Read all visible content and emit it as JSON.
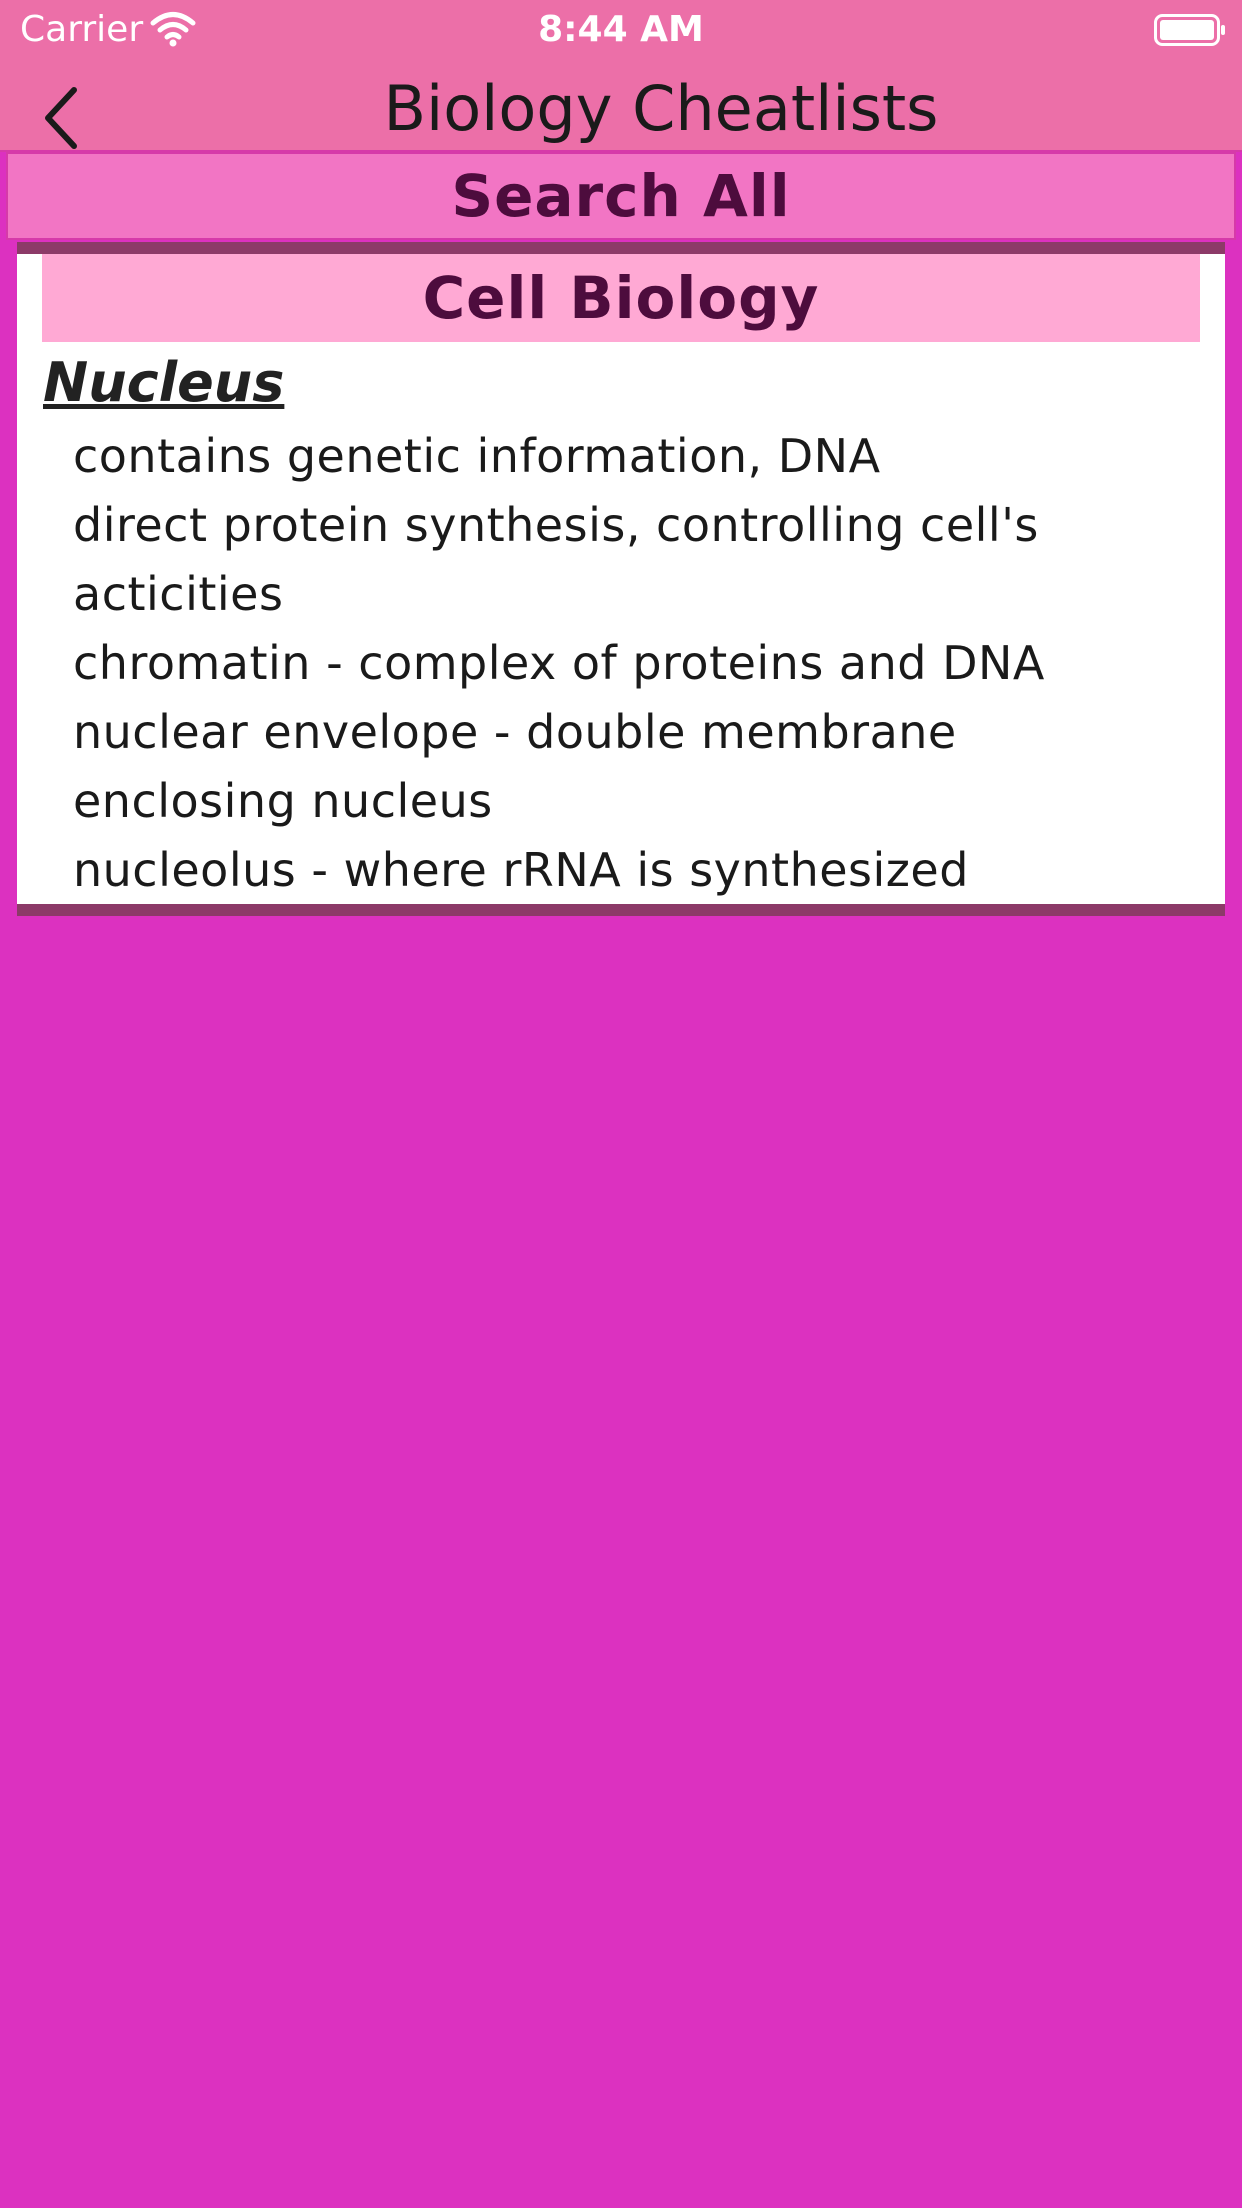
{
  "status_bar": {
    "carrier": "Carrier",
    "time": "8:44 AM"
  },
  "nav": {
    "back_icon": "chevron-left-icon",
    "title": "Biology Cheatlists"
  },
  "search": {
    "label": "Search All"
  },
  "card": {
    "header": "Cell Biology",
    "section_title": "Nucleus",
    "facts": [
      "contains genetic information, DNA",
      "direct protein synthesis, controlling cell's acticities",
      "chromatin - complex of proteins and DNA",
      "nuclear envelope - double membrane enclosing nucleus",
      "nucleolus - where rRNA is synthesized"
    ]
  },
  "colors": {
    "background": "#dc31c0",
    "bar": "#ec6fa8",
    "search_button": "#f275c4",
    "card_header": "#ffa9d4",
    "card_border": "#8c3a68",
    "heading_text": "#4d0c3d"
  }
}
